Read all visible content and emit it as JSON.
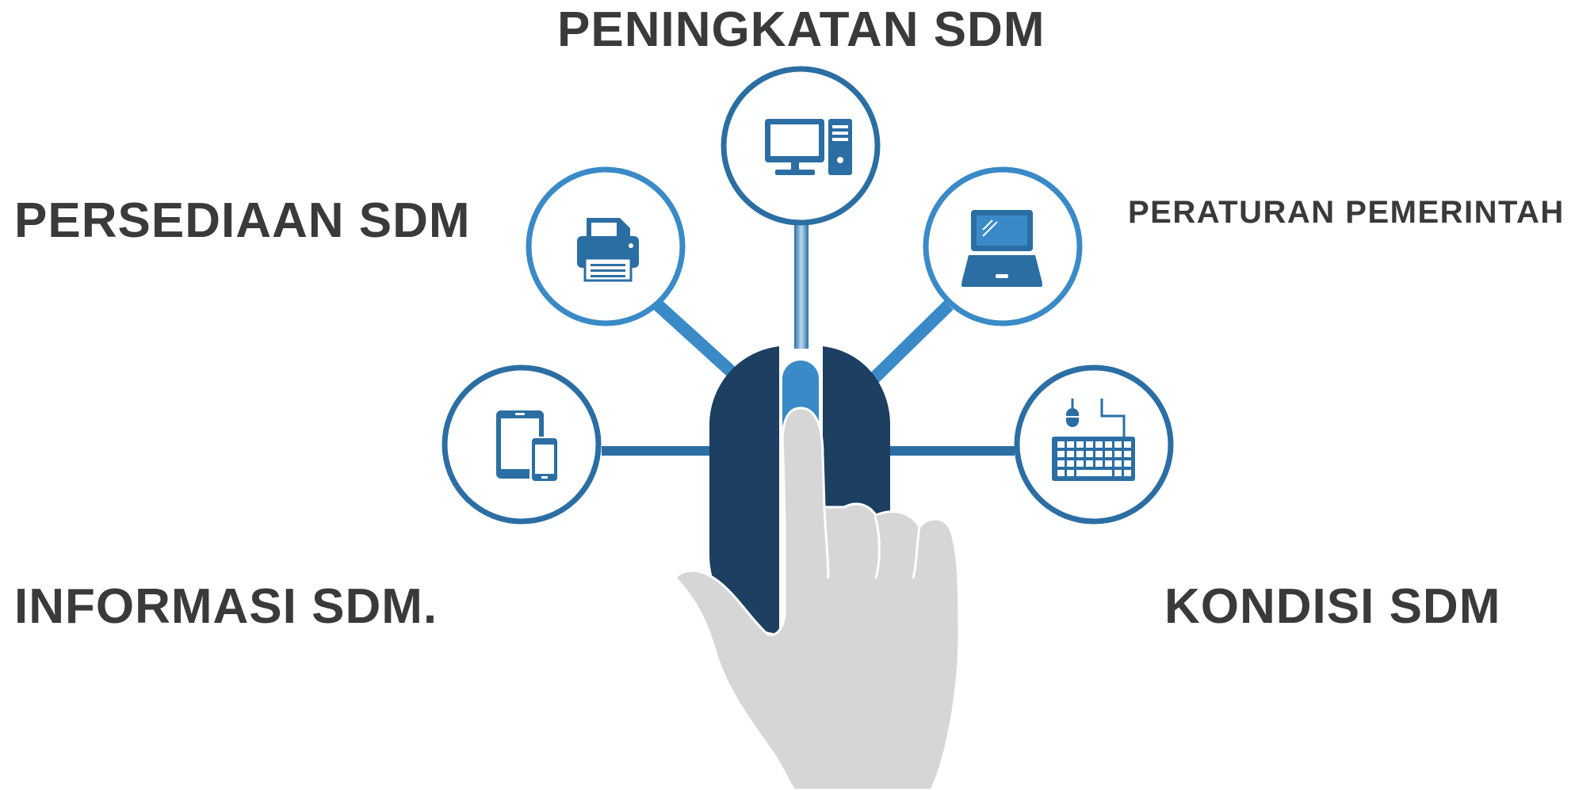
{
  "labels": {
    "top": "PENINGKATAN SDM",
    "top_left": "PERSEDIAAN SDM",
    "top_right": "PERATURAN PEMERINTAH",
    "bottom_left": "INFORMASI SDM.",
    "bottom_right": "KONDISI SDM"
  },
  "nodes": [
    {
      "id": "desktop",
      "icon": "desktop-computer-icon"
    },
    {
      "id": "printer",
      "icon": "printer-icon"
    },
    {
      "id": "laptop",
      "icon": "laptop-icon"
    },
    {
      "id": "tablet",
      "icon": "tablet-phone-icon"
    },
    {
      "id": "keyboard",
      "icon": "keyboard-mouse-icon"
    }
  ],
  "colors": {
    "text": "#3a3a3a",
    "dark_blue": "#1c3f62",
    "mid_blue": "#2b6ea3",
    "light_blue": "#3a8ac8",
    "hand_gray": "#d6d6d6"
  }
}
